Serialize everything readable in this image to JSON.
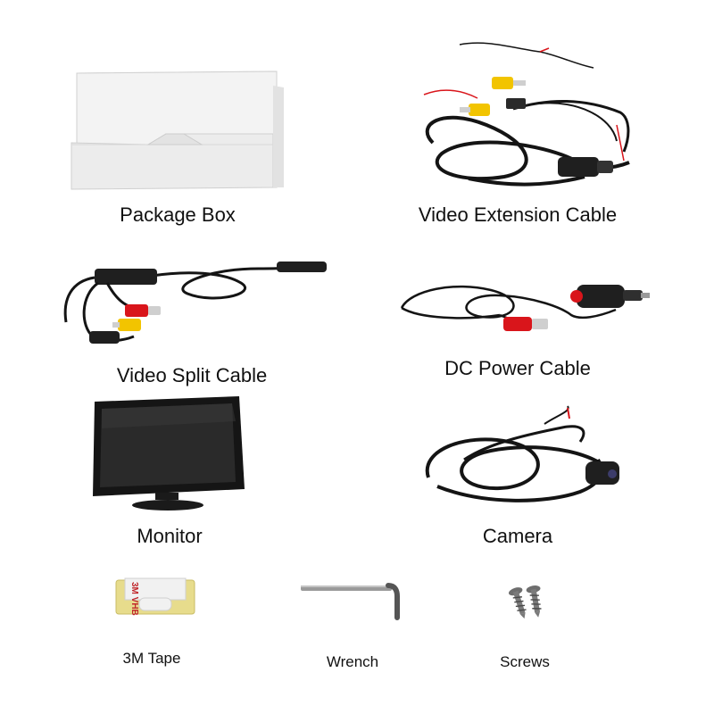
{
  "items": {
    "package_box": {
      "label": "Package Box"
    },
    "video_extension_cable": {
      "label": "Video Extension Cable"
    },
    "video_split_cable": {
      "label": "Video Split Cable"
    },
    "dc_power_cable": {
      "label": "DC Power Cable"
    },
    "monitor": {
      "label": "Monitor"
    },
    "camera": {
      "label": "Camera"
    },
    "tape": {
      "label": "3M Tape",
      "print": "3M VHB"
    },
    "wrench": {
      "label": "Wrench"
    },
    "screws": {
      "label": "Screws"
    }
  },
  "colors": {
    "background": "#ffffff",
    "cable": "#141414",
    "rca_yellow": "#f2c400",
    "rca_red": "#d9151b",
    "box_white": "#f4f4f4",
    "metal": "#9a9a9a",
    "tape_yellow": "#e7dc8c"
  },
  "icons": {
    "package_box": "package-box-icon",
    "video_extension_cable": "video-extension-cable-icon",
    "video_split_cable": "video-split-cable-icon",
    "dc_power_cable": "dc-power-cable-icon",
    "monitor": "monitor-icon",
    "camera": "camera-icon",
    "tape": "tape-icon",
    "wrench": "wrench-icon",
    "screws": "screws-icon"
  }
}
